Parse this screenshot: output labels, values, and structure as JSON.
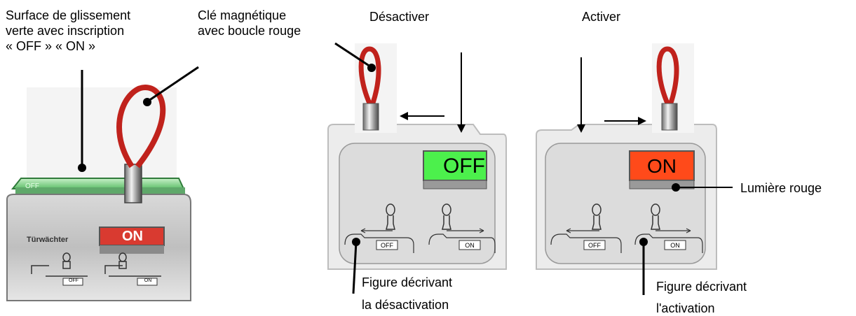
{
  "labels": {
    "slide_surface_line1": "Surface de glissement",
    "slide_surface_line2": "verte avec inscription",
    "slide_surface_line3": "« OFF » « ON »",
    "key_line1": "Clé magnétique",
    "key_line2": "avec boucle rouge",
    "deactivate_title": "Désactiver",
    "activate_title": "Activer",
    "red_light": "Lumière rouge",
    "fig_deactivation_line1": "Figure décrivant",
    "fig_deactivation_line2": "la désactivation",
    "fig_activation_line1": "Figure décrivant",
    "fig_activation_line2": "l'activation"
  },
  "photo": {
    "brand": "Türwächter",
    "status": "ON",
    "slide_off": "OFF",
    "small_off": "OFF",
    "small_on": "ON"
  },
  "panel_off": {
    "status": "OFF",
    "btn_off": "OFF",
    "btn_on": "ON"
  },
  "panel_on": {
    "status": "ON",
    "btn_off": "OFF",
    "btn_on": "ON"
  },
  "colors": {
    "status_off_bg": "#4cf04c",
    "status_on_bg": "#ff4a1a",
    "loop_red": "#c0221c",
    "panel_bg": "#dcdcdc"
  }
}
